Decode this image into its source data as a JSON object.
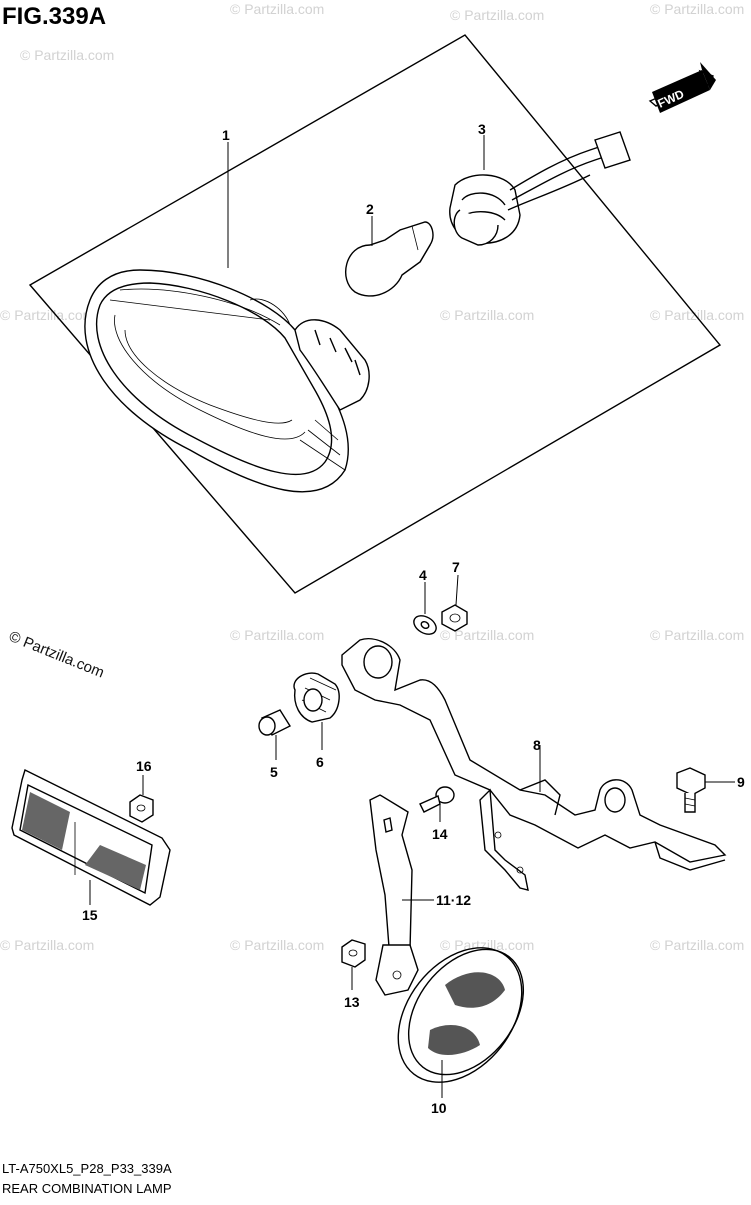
{
  "figure": {
    "title": "FIG.339A",
    "model_code": "LT-A750XL5_P28_P33_339A",
    "caption": "REAR COMBINATION LAMP",
    "fwd_label": "FWD"
  },
  "watermark": {
    "text": "© Partzilla.com",
    "copyright_text": "© Partzilla.com"
  },
  "callouts": [
    {
      "id": "1",
      "label": "1"
    },
    {
      "id": "2",
      "label": "2"
    },
    {
      "id": "3",
      "label": "3"
    },
    {
      "id": "4",
      "label": "4"
    },
    {
      "id": "5",
      "label": "5"
    },
    {
      "id": "6",
      "label": "6"
    },
    {
      "id": "7",
      "label": "7"
    },
    {
      "id": "8",
      "label": "8"
    },
    {
      "id": "9",
      "label": "9"
    },
    {
      "id": "10",
      "label": "10"
    },
    {
      "id": "11-12",
      "label": "11·12"
    },
    {
      "id": "13",
      "label": "13"
    },
    {
      "id": "14",
      "label": "14"
    },
    {
      "id": "15",
      "label": "15"
    },
    {
      "id": "16",
      "label": "16"
    }
  ]
}
